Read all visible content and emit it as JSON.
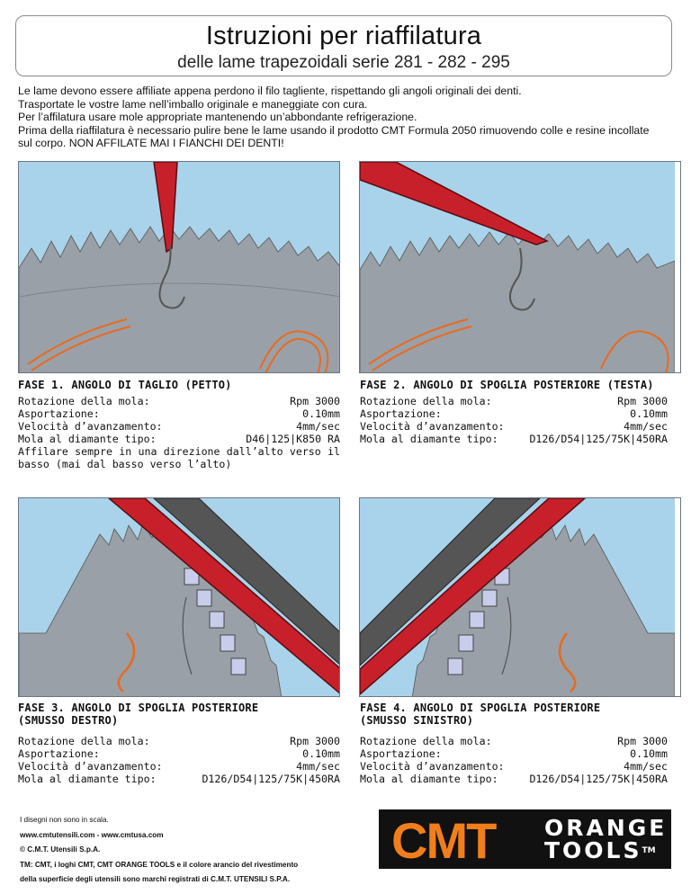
{
  "header": {
    "title": "Istruzioni per riaffilatura",
    "subtitle": "delle lame trapezoidali serie 281 - 282 - 295"
  },
  "intro": [
    "Le lame devono essere affiliate appena perdono il filo tagliente, rispettando gli angoli originali dei denti.",
    "Trasportate le vostre lame nell’imballo originale e maneggiate con cura.",
    "Per l’affilatura usare mole appropriate mantenendo un’abbondante refrigerazione.",
    "Prima della riaffilatura è necessario pulire bene le lame usando il prodotto CMT Formula 2050 rimuovendo colle e resine incollate",
    "sul corpo. NON AFFILATE MAI I FIANCHI DEI DENTI!"
  ],
  "phases": [
    {
      "title": "FASE 1. ANGOLO DI TAGLIO (PETTO)",
      "rows": [
        {
          "label": "Rotazione della mola:",
          "value": "Rpm 3000"
        },
        {
          "label": "Asportazione:",
          "value": "0.10mm"
        },
        {
          "label": "Velocità d’avanzamento:",
          "value": "4mm/sec"
        },
        {
          "label": "Mola al diamante tipo:",
          "value": "D46|125|K850 RA"
        }
      ],
      "note": "Affilare sempre in una direzione dall’alto verso il basso (mai dal basso verso l’alto)"
    },
    {
      "title": "FASE 2. ANGOLO DI SPOGLIA POSTERIORE (TESTA)",
      "rows": [
        {
          "label": "Rotazione della mola:",
          "value": "Rpm 3000"
        },
        {
          "label": "Asportazione:",
          "value": "0.10mm"
        },
        {
          "label": "Velocità d’avanzamento:",
          "value": "4mm/sec"
        },
        {
          "label": "Mola al diamante tipo:",
          "value": "D126/D54|125/75K|450RA"
        }
      ]
    },
    {
      "title": "FASE 3. ANGOLO DI SPOGLIA POSTERIORE",
      "title2": "(SMUSSO DESTRO)",
      "rows": [
        {
          "label": "Rotazione della mola:",
          "value": "Rpm 3000"
        },
        {
          "label": "Asportazione:",
          "value": "0.10mm"
        },
        {
          "label": "Velocità d’avanzamento:",
          "value": "4mm/sec"
        },
        {
          "label": "Mola al diamante tipo:",
          "value": "D126/D54|125/75K|450RA"
        }
      ]
    },
    {
      "title": "FASE 4. ANGOLO DI SPOGLIA POSTERIORE",
      "title2": "(SMUSSO SINISTRO)",
      "rows": [
        {
          "label": "Rotazione della mola:",
          "value": "Rpm 3000"
        },
        {
          "label": "Asportazione:",
          "value": "0.10mm"
        },
        {
          "label": "Velocità d’avanzamento:",
          "value": "4mm/sec"
        },
        {
          "label": "Mola al diamante tipo:",
          "value": "D126/D54|125/75K|450RA"
        }
      ]
    }
  ],
  "footer": {
    "line1": "I disegni non sono in scala.",
    "line2": "www.cmtutensili.com - www.cmtusa.com",
    "line3": "© C.M.T. Utensili S.p.A.",
    "line4": "TM:  CMT, i loghi CMT, CMT ORANGE TOOLS e il colore arancio del rivestimento",
    "line5": "della superficie degli utensili sono marchi registrati di C.M.T. UTENSILI S.P.A."
  },
  "logo": {
    "brand": "CMT",
    "line1": "ORANGE",
    "line2": "TOOLS",
    "tm": "TM"
  },
  "colors": {
    "sky": "#a9d3ea",
    "blade": "#9aa0a8",
    "grinder": "#c8202a",
    "orange": "#f07e1c"
  }
}
